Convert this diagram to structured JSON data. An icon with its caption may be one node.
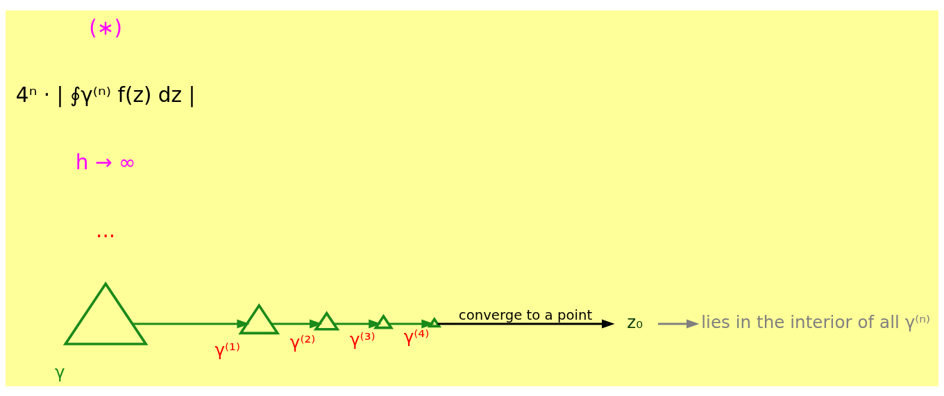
{
  "diagram": {
    "nodes": [
      {
        "text": [],
        "shape": "triangle",
        "beside": [
          "γ"
        ]
      },
      {
        "text": [],
        "shape": "triangle",
        "beside": [
          "γ⁽¹⁾"
        ]
      },
      {
        "text": [],
        "shape": "triangle",
        "beside": [
          "γ⁽²⁾"
        ]
      },
      {
        "text": [],
        "shape": "triangle",
        "beside": [
          "γ⁽³⁾"
        ]
      },
      {
        "text": [],
        "shape": "triangle",
        "beside": [
          "γ⁽⁴⁾"
        ]
      },
      {
        "text": [
          "z₀"
        ]
      },
      {
        "text": [
          "lies in the interior of all γ⁽ⁿ⁾"
        ]
      }
    ],
    "edges": [
      {
        "from": 0,
        "to": 1,
        "arrow": "to"
      },
      {
        "from": 1,
        "to": 2,
        "arrow": "to"
      },
      {
        "from": 2,
        "to": 3,
        "arrow": "to"
      },
      {
        "from": 3,
        "to": 4,
        "arrow": "to"
      },
      {
        "from": 4,
        "to": 5,
        "arrow": "to",
        "label": "converge to a point",
        "color": "#000000"
      },
      {
        "from": 5,
        "to": 6,
        "arrow": "to",
        "color": "#808080"
      }
    ],
    "labels": [
      "...",
      "h → ∞",
      "4ⁿ · | ∮γ⁽ⁿ⁾ f(z) dz |",
      "(∗)"
    ]
  }
}
